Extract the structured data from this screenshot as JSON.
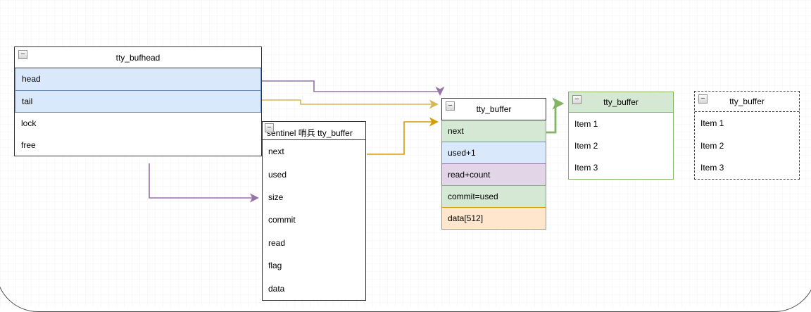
{
  "bufhead": {
    "title": "tty_bufhead",
    "rows": [
      "head",
      "tail",
      "lock",
      "free"
    ]
  },
  "sentinel": {
    "title": "sentinel 哨兵 tty_buffer",
    "rows": [
      "next",
      "used",
      "size",
      "commit",
      "read",
      "flag",
      "data"
    ]
  },
  "active": {
    "title": "tty_buffer",
    "rows": [
      "next",
      "used+1",
      "read+count",
      "commit=used",
      "data[512]"
    ]
  },
  "green": {
    "title": "tty_buffer",
    "rows": [
      "Item 1",
      "Item 2",
      "Item 3"
    ]
  },
  "dashed": {
    "title": "tty_buffer",
    "rows": [
      "Item 1",
      "Item 2",
      "Item 3"
    ]
  },
  "icons": {
    "collapse": "−"
  },
  "colors": {
    "row_blue_fill": "#dae8fc",
    "row_blue_stroke": "#6c8ebf",
    "row_green_fill": "#d5e8d4",
    "row_green_stroke": "#82b366",
    "row_purple_fill": "#e1d5e7",
    "row_purple_stroke": "#9673a6",
    "row_orange_fill": "#ffe6cc",
    "row_orange_stroke": "#d79b00",
    "arrow_purple": "#9673a6",
    "arrow_gold": "#d6b656",
    "arrow_orange": "#d79b00",
    "arrow_green": "#82b366",
    "box_stroke": "#333333",
    "frame_stroke": "#4d4d4d"
  },
  "connectors": [
    {
      "from": "tty_bufhead.head",
      "to": "tty_buffer(active).top",
      "color": "#9673a6"
    },
    {
      "from": "tty_bufhead.tail",
      "to": "tty_buffer(active).header",
      "color": "#d6b656"
    },
    {
      "from": "tty_bufhead.bottom",
      "to": "sentinel.size",
      "color": "#9673a6"
    },
    {
      "from": "sentinel.next",
      "to": "tty_buffer(active).next",
      "color": "#d79b00"
    },
    {
      "from": "tty_buffer(active).next",
      "to": "tty_buffer(green).header",
      "color": "#82b366"
    }
  ]
}
